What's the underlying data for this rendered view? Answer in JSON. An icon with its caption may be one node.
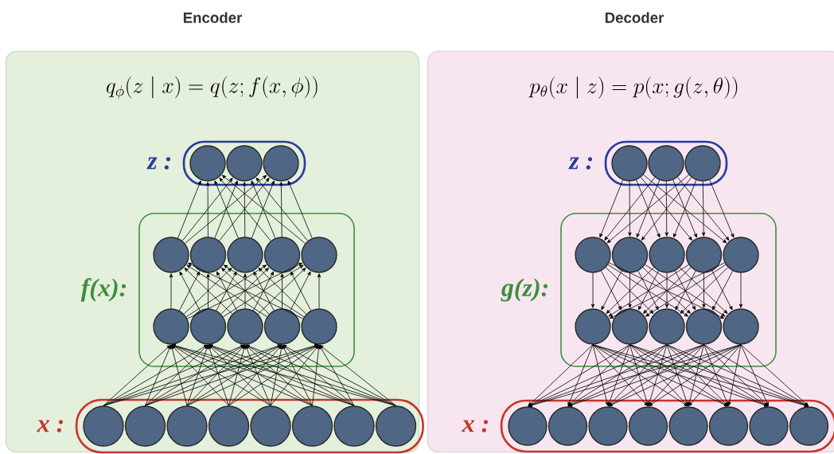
{
  "diagram": {
    "nodes": [
      {
        "text": [
          "Encoder",
          "q_{\\phi}(z \\mid x) = q(z; f(x, \\phi))"
        ]
      },
      {
        "text": [],
        "shape": "box",
        "beside": [
          "z :"
        ],
        "in": 0
      },
      {
        "text": [],
        "shape": "circle",
        "in": 1
      },
      {
        "text": [],
        "shape": "circle",
        "in": 1
      },
      {
        "text": [],
        "shape": "circle",
        "in": 1
      },
      {
        "text": [],
        "shape": "box",
        "beside": [
          "f(x):"
        ],
        "in": 0
      },
      {
        "text": [],
        "shape": "circle",
        "in": 5
      },
      {
        "text": [],
        "shape": "circle",
        "in": 5
      },
      {
        "text": [],
        "shape": "circle",
        "in": 5
      },
      {
        "text": [],
        "shape": "circle",
        "in": 5
      },
      {
        "text": [],
        "shape": "circle",
        "in": 5
      },
      {
        "text": [],
        "shape": "circle",
        "in": 5
      },
      {
        "text": [],
        "shape": "circle",
        "in": 5
      },
      {
        "text": [],
        "shape": "circle",
        "in": 5
      },
      {
        "text": [],
        "shape": "circle",
        "in": 5
      },
      {
        "text": [],
        "shape": "circle",
        "in": 5
      },
      {
        "text": [],
        "shape": "box",
        "beside": [
          "x :"
        ],
        "in": 0
      },
      {
        "text": [],
        "shape": "circle",
        "in": 16
      },
      {
        "text": [],
        "shape": "circle",
        "in": 16
      },
      {
        "text": [],
        "shape": "circle",
        "in": 16
      },
      {
        "text": [],
        "shape": "circle",
        "in": 16
      },
      {
        "text": [],
        "shape": "circle",
        "in": 16
      },
      {
        "text": [],
        "shape": "circle",
        "in": 16
      },
      {
        "text": [],
        "shape": "circle",
        "in": 16
      },
      {
        "text": [],
        "shape": "circle",
        "in": 16
      },
      {
        "text": [
          "Decoder",
          "p_{\\theta}(x \\mid z) = p(x; g(z, \\theta))"
        ]
      },
      {
        "text": [],
        "shape": "box",
        "beside": [
          "z :"
        ],
        "in": 25
      },
      {
        "text": [],
        "shape": "circle",
        "in": 26
      },
      {
        "text": [],
        "shape": "circle",
        "in": 26
      },
      {
        "text": [],
        "shape": "circle",
        "in": 26
      },
      {
        "text": [],
        "shape": "box",
        "beside": [
          "g(z):"
        ],
        "in": 25
      },
      {
        "text": [],
        "shape": "circle",
        "in": 30
      },
      {
        "text": [],
        "shape": "circle",
        "in": 30
      },
      {
        "text": [],
        "shape": "circle",
        "in": 30
      },
      {
        "text": [],
        "shape": "circle",
        "in": 30
      },
      {
        "text": [],
        "shape": "circle",
        "in": 30
      },
      {
        "text": [],
        "shape": "circle",
        "in": 30
      },
      {
        "text": [],
        "shape": "circle",
        "in": 30
      },
      {
        "text": [],
        "shape": "circle",
        "in": 30
      },
      {
        "text": [],
        "shape": "circle",
        "in": 30
      },
      {
        "text": [],
        "shape": "circle",
        "in": 30
      },
      {
        "text": [],
        "shape": "box",
        "beside": [
          "x :"
        ],
        "in": 25
      },
      {
        "text": [],
        "shape": "circle",
        "in": 41
      },
      {
        "text": [],
        "shape": "circle",
        "in": 41
      },
      {
        "text": [],
        "shape": "circle",
        "in": 41
      },
      {
        "text": [],
        "shape": "circle",
        "in": 41
      },
      {
        "text": [],
        "shape": "circle",
        "in": 41
      },
      {
        "text": [],
        "shape": "circle",
        "in": 41
      },
      {
        "text": [],
        "shape": "circle",
        "in": 41
      },
      {
        "text": [],
        "shape": "circle",
        "in": 41
      }
    ],
    "edges": [
      {
        "from": 17,
        "to": 11,
        "arrow": "to"
      },
      {
        "from": 17,
        "to": 12,
        "arrow": "to"
      },
      {
        "from": 17,
        "to": 13,
        "arrow": "to"
      },
      {
        "from": 17,
        "to": 14,
        "arrow": "to"
      },
      {
        "from": 17,
        "to": 15,
        "arrow": "to"
      },
      {
        "from": 18,
        "to": 11,
        "arrow": "to"
      },
      {
        "from": 18,
        "to": 12,
        "arrow": "to"
      },
      {
        "from": 18,
        "to": 13,
        "arrow": "to"
      },
      {
        "from": 18,
        "to": 14,
        "arrow": "to"
      },
      {
        "from": 18,
        "to": 15,
        "arrow": "to"
      },
      {
        "from": 19,
        "to": 11,
        "arrow": "to"
      },
      {
        "from": 19,
        "to": 12,
        "arrow": "to"
      },
      {
        "from": 19,
        "to": 13,
        "arrow": "to"
      },
      {
        "from": 19,
        "to": 14,
        "arrow": "to"
      },
      {
        "from": 19,
        "to": 15,
        "arrow": "to"
      },
      {
        "from": 20,
        "to": 11,
        "arrow": "to"
      },
      {
        "from": 20,
        "to": 12,
        "arrow": "to"
      },
      {
        "from": 20,
        "to": 13,
        "arrow": "to"
      },
      {
        "from": 20,
        "to": 14,
        "arrow": "to"
      },
      {
        "from": 20,
        "to": 15,
        "arrow": "to"
      },
      {
        "from": 21,
        "to": 11,
        "arrow": "to"
      },
      {
        "from": 21,
        "to": 12,
        "arrow": "to"
      },
      {
        "from": 21,
        "to": 13,
        "arrow": "to"
      },
      {
        "from": 21,
        "to": 14,
        "arrow": "to"
      },
      {
        "from": 21,
        "to": 15,
        "arrow": "to"
      },
      {
        "from": 22,
        "to": 11,
        "arrow": "to"
      },
      {
        "from": 22,
        "to": 12,
        "arrow": "to"
      },
      {
        "from": 22,
        "to": 13,
        "arrow": "to"
      },
      {
        "from": 22,
        "to": 14,
        "arrow": "to"
      },
      {
        "from": 22,
        "to": 15,
        "arrow": "to"
      },
      {
        "from": 23,
        "to": 11,
        "arrow": "to"
      },
      {
        "from": 23,
        "to": 12,
        "arrow": "to"
      },
      {
        "from": 23,
        "to": 13,
        "arrow": "to"
      },
      {
        "from": 23,
        "to": 14,
        "arrow": "to"
      },
      {
        "from": 23,
        "to": 15,
        "arrow": "to"
      },
      {
        "from": 24,
        "to": 11,
        "arrow": "to"
      },
      {
        "from": 24,
        "to": 12,
        "arrow": "to"
      },
      {
        "from": 24,
        "to": 13,
        "arrow": "to"
      },
      {
        "from": 24,
        "to": 14,
        "arrow": "to"
      },
      {
        "from": 24,
        "to": 15,
        "arrow": "to"
      },
      {
        "from": 11,
        "to": 6,
        "arrow": "to"
      },
      {
        "from": 11,
        "to": 7,
        "arrow": "to"
      },
      {
        "from": 11,
        "to": 8,
        "arrow": "to"
      },
      {
        "from": 11,
        "to": 9,
        "arrow": "to"
      },
      {
        "from": 11,
        "to": 10,
        "arrow": "to"
      },
      {
        "from": 12,
        "to": 6,
        "arrow": "to"
      },
      {
        "from": 12,
        "to": 7,
        "arrow": "to"
      },
      {
        "from": 12,
        "to": 8,
        "arrow": "to"
      },
      {
        "from": 12,
        "to": 9,
        "arrow": "to"
      },
      {
        "from": 12,
        "to": 10,
        "arrow": "to"
      },
      {
        "from": 13,
        "to": 6,
        "arrow": "to"
      },
      {
        "from": 13,
        "to": 7,
        "arrow": "to"
      },
      {
        "from": 13,
        "to": 8,
        "arrow": "to"
      },
      {
        "from": 13,
        "to": 9,
        "arrow": "to"
      },
      {
        "from": 13,
        "to": 10,
        "arrow": "to"
      },
      {
        "from": 14,
        "to": 6,
        "arrow": "to"
      },
      {
        "from": 14,
        "to": 7,
        "arrow": "to"
      },
      {
        "from": 14,
        "to": 8,
        "arrow": "to"
      },
      {
        "from": 14,
        "to": 9,
        "arrow": "to"
      },
      {
        "from": 14,
        "to": 10,
        "arrow": "to"
      },
      {
        "from": 15,
        "to": 6,
        "arrow": "to"
      },
      {
        "from": 15,
        "to": 7,
        "arrow": "to"
      },
      {
        "from": 15,
        "to": 8,
        "arrow": "to"
      },
      {
        "from": 15,
        "to": 9,
        "arrow": "to"
      },
      {
        "from": 15,
        "to": 10,
        "arrow": "to"
      },
      {
        "from": 6,
        "to": 2,
        "arrow": "to"
      },
      {
        "from": 6,
        "to": 3,
        "arrow": "to"
      },
      {
        "from": 6,
        "to": 4,
        "arrow": "to"
      },
      {
        "from": 7,
        "to": 2,
        "arrow": "to"
      },
      {
        "from": 7,
        "to": 3,
        "arrow": "to"
      },
      {
        "from": 7,
        "to": 4,
        "arrow": "to"
      },
      {
        "from": 8,
        "to": 2,
        "arrow": "to"
      },
      {
        "from": 8,
        "to": 3,
        "arrow": "to"
      },
      {
        "from": 8,
        "to": 4,
        "arrow": "to"
      },
      {
        "from": 9,
        "to": 2,
        "arrow": "to"
      },
      {
        "from": 9,
        "to": 3,
        "arrow": "to"
      },
      {
        "from": 9,
        "to": 4,
        "arrow": "to"
      },
      {
        "from": 10,
        "to": 2,
        "arrow": "to"
      },
      {
        "from": 10,
        "to": 3,
        "arrow": "to"
      },
      {
        "from": 10,
        "to": 4,
        "arrow": "to"
      },
      {
        "from": 27,
        "to": 31,
        "arrow": "to"
      },
      {
        "from": 27,
        "to": 32,
        "arrow": "to"
      },
      {
        "from": 27,
        "to": 33,
        "arrow": "to"
      },
      {
        "from": 27,
        "to": 34,
        "arrow": "to"
      },
      {
        "from": 27,
        "to": 35,
        "arrow": "to"
      },
      {
        "from": 28,
        "to": 31,
        "arrow": "to"
      },
      {
        "from": 28,
        "to": 32,
        "arrow": "to"
      },
      {
        "from": 28,
        "to": 33,
        "arrow": "to"
      },
      {
        "from": 28,
        "to": 34,
        "arrow": "to"
      },
      {
        "from": 28,
        "to": 35,
        "arrow": "to"
      },
      {
        "from": 29,
        "to": 31,
        "arrow": "to"
      },
      {
        "from": 29,
        "to": 32,
        "arrow": "to"
      },
      {
        "from": 29,
        "to": 33,
        "arrow": "to"
      },
      {
        "from": 29,
        "to": 34,
        "arrow": "to"
      },
      {
        "from": 29,
        "to": 35,
        "arrow": "to"
      },
      {
        "from": 31,
        "to": 36,
        "arrow": "to"
      },
      {
        "from": 31,
        "to": 37,
        "arrow": "to"
      },
      {
        "from": 31,
        "to": 38,
        "arrow": "to"
      },
      {
        "from": 31,
        "to": 39,
        "arrow": "to"
      },
      {
        "from": 31,
        "to": 40,
        "arrow": "to"
      },
      {
        "from": 32,
        "to": 36,
        "arrow": "to"
      },
      {
        "from": 32,
        "to": 37,
        "arrow": "to"
      },
      {
        "from": 32,
        "to": 38,
        "arrow": "to"
      },
      {
        "from": 32,
        "to": 39,
        "arrow": "to"
      },
      {
        "from": 32,
        "to": 40,
        "arrow": "to"
      },
      {
        "from": 33,
        "to": 36,
        "arrow": "to"
      },
      {
        "from": 33,
        "to": 37,
        "arrow": "to"
      },
      {
        "from": 33,
        "to": 38,
        "arrow": "to"
      },
      {
        "from": 33,
        "to": 39,
        "arrow": "to"
      },
      {
        "from": 33,
        "to": 40,
        "arrow": "to"
      },
      {
        "from": 34,
        "to": 36,
        "arrow": "to"
      },
      {
        "from": 34,
        "to": 37,
        "arrow": "to"
      },
      {
        "from": 34,
        "to": 38,
        "arrow": "to"
      },
      {
        "from": 34,
        "to": 39,
        "arrow": "to"
      },
      {
        "from": 34,
        "to": 40,
        "arrow": "to"
      },
      {
        "from": 35,
        "to": 36,
        "arrow": "to"
      },
      {
        "from": 35,
        "to": 37,
        "arrow": "to"
      },
      {
        "from": 35,
        "to": 38,
        "arrow": "to"
      },
      {
        "from": 35,
        "to": 39,
        "arrow": "to"
      },
      {
        "from": 35,
        "to": 40,
        "arrow": "to"
      },
      {
        "from": 36,
        "to": 42,
        "arrow": "to"
      },
      {
        "from": 36,
        "to": 43,
        "arrow": "to"
      },
      {
        "from": 36,
        "to": 44,
        "arrow": "to"
      },
      {
        "from": 36,
        "to": 45,
        "arrow": "to"
      },
      {
        "from": 36,
        "to": 46,
        "arrow": "to"
      },
      {
        "from": 36,
        "to": 47,
        "arrow": "to"
      },
      {
        "from": 36,
        "to": 48,
        "arrow": "to"
      },
      {
        "from": 36,
        "to": 49,
        "arrow": "to"
      },
      {
        "from": 37,
        "to": 42,
        "arrow": "to"
      },
      {
        "from": 37,
        "to": 43,
        "arrow": "to"
      },
      {
        "from": 37,
        "to": 44,
        "arrow": "to"
      },
      {
        "from": 37,
        "to": 45,
        "arrow": "to"
      },
      {
        "from": 37,
        "to": 46,
        "arrow": "to"
      },
      {
        "from": 37,
        "to": 47,
        "arrow": "to"
      },
      {
        "from": 37,
        "to": 48,
        "arrow": "to"
      },
      {
        "from": 37,
        "to": 49,
        "arrow": "to"
      },
      {
        "from": 38,
        "to": 42,
        "arrow": "to"
      },
      {
        "from": 38,
        "to": 43,
        "arrow": "to"
      },
      {
        "from": 38,
        "to": 44,
        "arrow": "to"
      },
      {
        "from": 38,
        "to": 45,
        "arrow": "to"
      },
      {
        "from": 38,
        "to": 46,
        "arrow": "to"
      },
      {
        "from": 38,
        "to": 47,
        "arrow": "to"
      },
      {
        "from": 38,
        "to": 48,
        "arrow": "to"
      },
      {
        "from": 38,
        "to": 49,
        "arrow": "to"
      },
      {
        "from": 39,
        "to": 42,
        "arrow": "to"
      },
      {
        "from": 39,
        "to": 43,
        "arrow": "to"
      },
      {
        "from": 39,
        "to": 44,
        "arrow": "to"
      },
      {
        "from": 39,
        "to": 45,
        "arrow": "to"
      },
      {
        "from": 39,
        "to": 46,
        "arrow": "to"
      },
      {
        "from": 39,
        "to": 47,
        "arrow": "to"
      },
      {
        "from": 39,
        "to": 48,
        "arrow": "to"
      },
      {
        "from": 39,
        "to": 49,
        "arrow": "to"
      },
      {
        "from": 40,
        "to": 42,
        "arrow": "to"
      },
      {
        "from": 40,
        "to": 43,
        "arrow": "to"
      },
      {
        "from": 40,
        "to": 44,
        "arrow": "to"
      },
      {
        "from": 40,
        "to": 45,
        "arrow": "to"
      },
      {
        "from": 40,
        "to": 46,
        "arrow": "to"
      },
      {
        "from": 40,
        "to": 47,
        "arrow": "to"
      },
      {
        "from": 40,
        "to": 48,
        "arrow": "to"
      },
      {
        "from": 40,
        "to": 49,
        "arrow": "to"
      }
    ]
  }
}
